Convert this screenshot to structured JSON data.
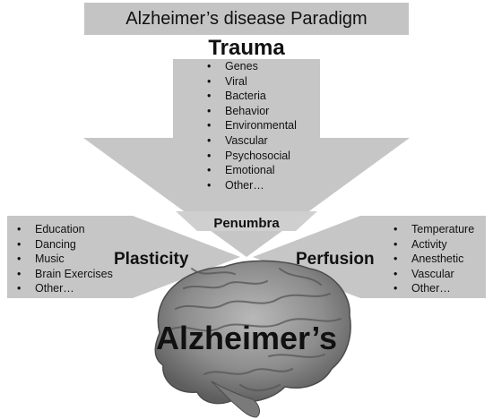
{
  "title": "Alzheimer’s disease Paradigm",
  "trauma": {
    "label": "Trauma",
    "items": [
      "Genes",
      "Viral",
      "Bacteria",
      "Behavior",
      "Environmental",
      "Vascular",
      "Psychosocial",
      "Emotional",
      "Other…"
    ]
  },
  "penumbra": {
    "label": "Penumbra"
  },
  "plasticity": {
    "label": "Plasticity",
    "items": [
      "Education",
      "Dancing",
      "Music",
      "Brain Exercises",
      "Other…"
    ]
  },
  "perfusion": {
    "label": "Perfusion",
    "items": [
      "Temperature",
      "Activity",
      "Anesthetic",
      "Vascular",
      "Other…"
    ]
  },
  "outcome": {
    "label": "Alzheimer’s"
  },
  "colors": {
    "title_bar": "#c4c4c4",
    "arrow": "#c6c6c6",
    "penumbra_band": "#cfcfcf",
    "brain": "#8a8a8a"
  }
}
